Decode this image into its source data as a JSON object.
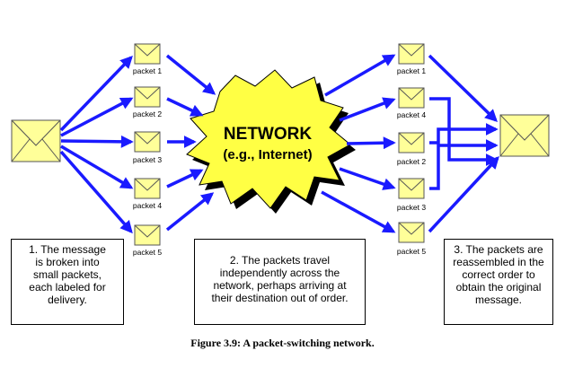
{
  "network": {
    "title": "NETWORK",
    "subtitle": "(e.g., Internet)"
  },
  "left_packets": [
    "packet 1",
    "packet 2",
    "packet 3",
    "packet 4",
    "packet 5"
  ],
  "right_packets": [
    "packet 1",
    "packet 4",
    "packet 2",
    "packet 3",
    "packet 5"
  ],
  "steps": [
    {
      "lines": [
        "1.  The message",
        "is broken into",
        "small packets,",
        "each labeled for",
        "delivery."
      ]
    },
    {
      "lines": [
        "2.  The packets travel",
        "independently across the",
        "network, perhaps arriving at",
        "their destination out of order."
      ]
    },
    {
      "lines": [
        "3.  The packets are",
        "reassembled in the",
        "correct order to",
        "obtain the original",
        "message."
      ]
    }
  ],
  "caption": "Figure 3.9: A packet-switching network.",
  "colors": {
    "arrow": "#1a1aff",
    "envelope_fill": "#ffff99",
    "burst_fill": "#ffff44",
    "burst_shadow": "#000000"
  }
}
